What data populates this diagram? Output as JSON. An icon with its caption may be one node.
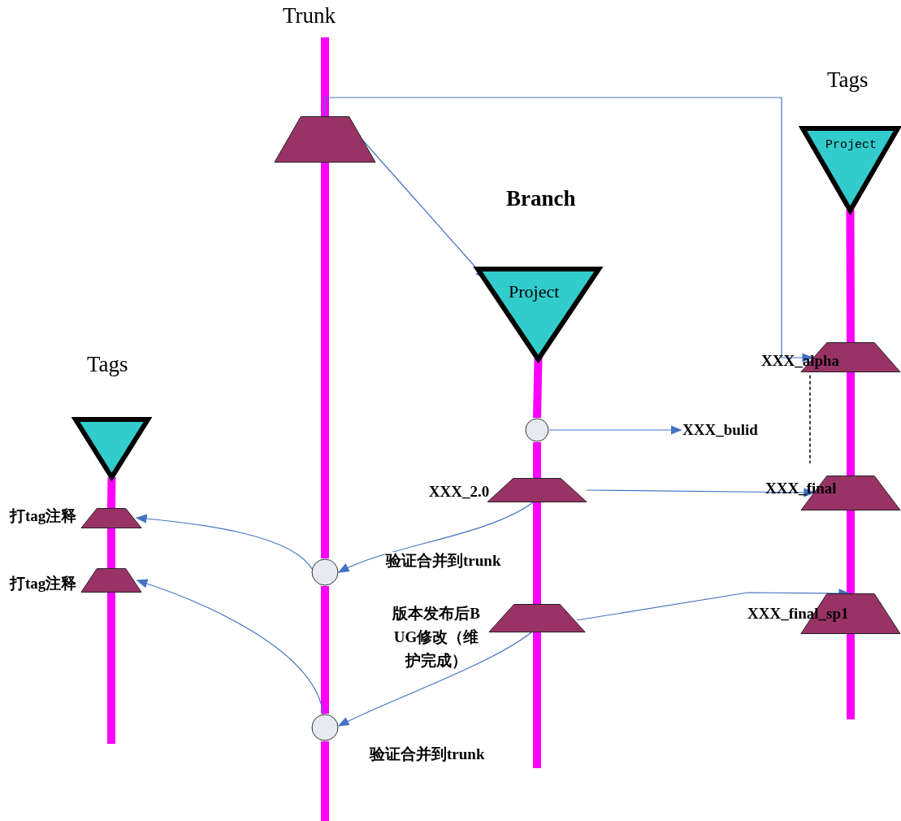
{
  "diagram": {
    "nodes": [
      {
        "text": [],
        "shape": "trapezoid"
      },
      {
        "text": [
          "Project"
        ]
      },
      {
        "text": [
          "Project"
        ]
      },
      {
        "text": [
          "XXX_alpha"
        ]
      },
      {
        "text": [],
        "shape": "circle"
      },
      {
        "text": [
          "XXX_bulid"
        ]
      },
      {
        "text": [],
        "shape": "trapezoid",
        "beside": [
          "XXX_2.0"
        ]
      },
      {
        "text": [
          "XXX_final"
        ]
      },
      {
        "text": [],
        "shape": "trapezoid",
        "beside": [
          "版本发布后BUG修改（维护完成）"
        ]
      },
      {
        "text": [
          "XXX_final_sp1"
        ]
      },
      {
        "text": [],
        "shape": "circle"
      },
      {
        "text": [],
        "shape": "circle"
      },
      {
        "text": [],
        "shape": "triangle"
      },
      {
        "text": [
          "打tag注释"
        ]
      },
      {
        "text": [
          "打tag注释"
        ]
      }
    ],
    "edges": [
      {
        "from": 0,
        "to": 1,
        "arrow": "to",
        "color": "#4472c4"
      },
      {
        "from": 0,
        "to": 3,
        "arrow": "to",
        "color": "#4472c4"
      },
      {
        "from": 0,
        "to": 10,
        "arrow": "none",
        "style": "thick",
        "color": "#ff00ff"
      },
      {
        "from": 10,
        "to": 11,
        "arrow": "none",
        "style": "thick",
        "color": "#ff00ff"
      },
      {
        "from": 1,
        "to": 4,
        "arrow": "none",
        "style": "thick",
        "color": "#ff00ff"
      },
      {
        "from": 4,
        "to": 6,
        "arrow": "none",
        "style": "thick",
        "color": "#ff00ff"
      },
      {
        "from": 6,
        "to": 8,
        "arrow": "none",
        "style": "thick",
        "color": "#ff00ff"
      },
      {
        "from": 2,
        "to": 3,
        "arrow": "none",
        "style": "thick",
        "color": "#ff00ff"
      },
      {
        "from": 3,
        "to": 7,
        "arrow": "none",
        "style": "thick",
        "color": "#ff00ff"
      },
      {
        "from": 7,
        "to": 9,
        "arrow": "none",
        "style": "thick",
        "color": "#ff00ff"
      },
      {
        "from": 12,
        "to": 13,
        "arrow": "none",
        "style": "thick",
        "color": "#ff00ff"
      },
      {
        "from": 13,
        "to": 14,
        "arrow": "none",
        "style": "thick",
        "color": "#ff00ff"
      },
      {
        "from": 4,
        "to": 5,
        "arrow": "to",
        "color": "#4472c4"
      },
      {
        "from": 6,
        "to": 7,
        "arrow": "to",
        "color": "#4472c4"
      },
      {
        "from": 6,
        "to": 10,
        "arrow": "to",
        "label": "验证合并到trunk",
        "color": "#4472c4"
      },
      {
        "from": 8,
        "to": 9,
        "arrow": "to",
        "color": "#4472c4"
      },
      {
        "from": 8,
        "to": 11,
        "arrow": "to",
        "label": "验证合并到trunk",
        "color": "#4472c4"
      },
      {
        "from": 10,
        "to": 13,
        "arrow": "to",
        "color": "#4472c4"
      },
      {
        "from": 11,
        "to": 14,
        "arrow": "to",
        "color": "#4472c4"
      },
      {
        "from": 3,
        "to": 7,
        "arrow": "none",
        "style": "dashed",
        "color": "#000000"
      }
    ],
    "labels": [
      "Trunk",
      "Tags",
      "Branch",
      "Tags"
    ]
  }
}
